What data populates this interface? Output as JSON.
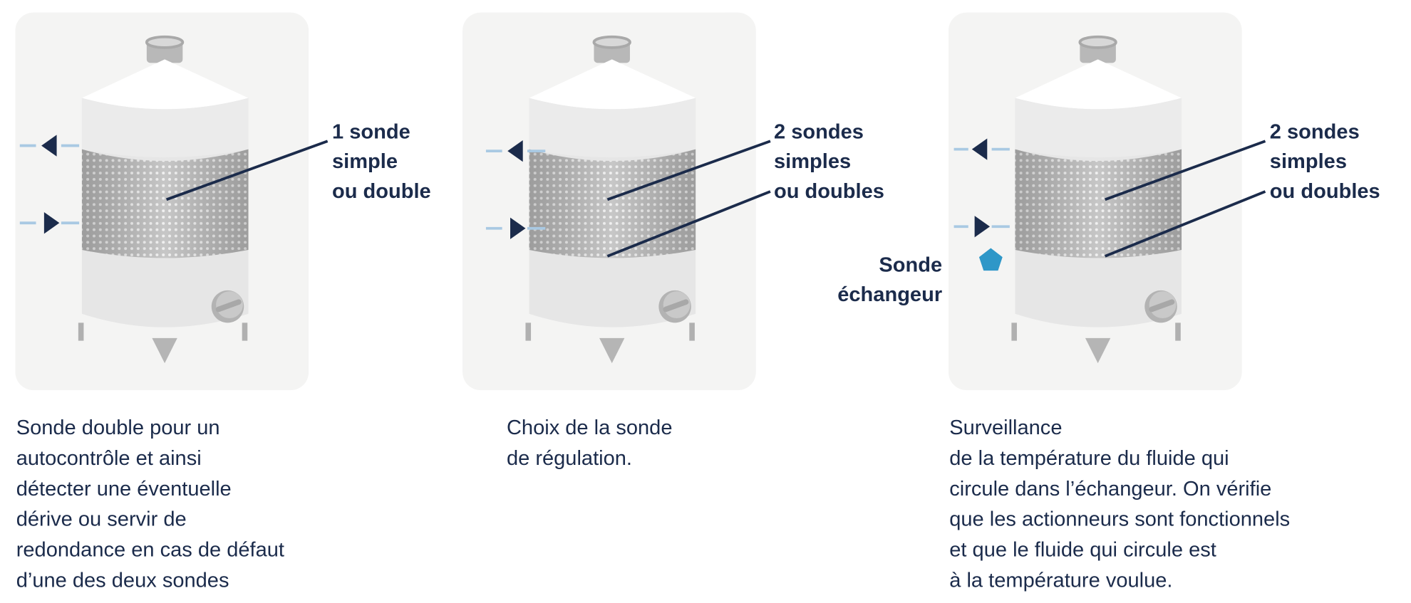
{
  "colors": {
    "navy": "#1b2b4b",
    "panel": "#f4f4f3",
    "flow_line": "#a9c9e3",
    "exchanger_probe": "#2e97c8"
  },
  "panels": [
    {
      "label_lines": [
        "1 sonde",
        "simple",
        "ou double"
      ],
      "caption": "Sonde double pour un\nautocontrôle et ainsi\ndétecter une éventuelle\ndérive ou servir de\nredondance en cas de défaut\nd’une des deux sondes"
    },
    {
      "label_lines": [
        "2 sondes",
        "simples",
        "ou doubles"
      ],
      "caption": "Choix de la sonde\nde régulation."
    },
    {
      "label_lines": [
        "2 sondes",
        "simples",
        "ou doubles"
      ],
      "exchanger_label_lines": [
        "Sonde",
        "échangeur"
      ],
      "caption": "Surveillance\nde la température du fluide qui\ncircule dans l’échangeur. On vérifie\nque les actionneurs sont fonctionnels\net que le fluide qui circule est\nà la température voulue."
    }
  ]
}
